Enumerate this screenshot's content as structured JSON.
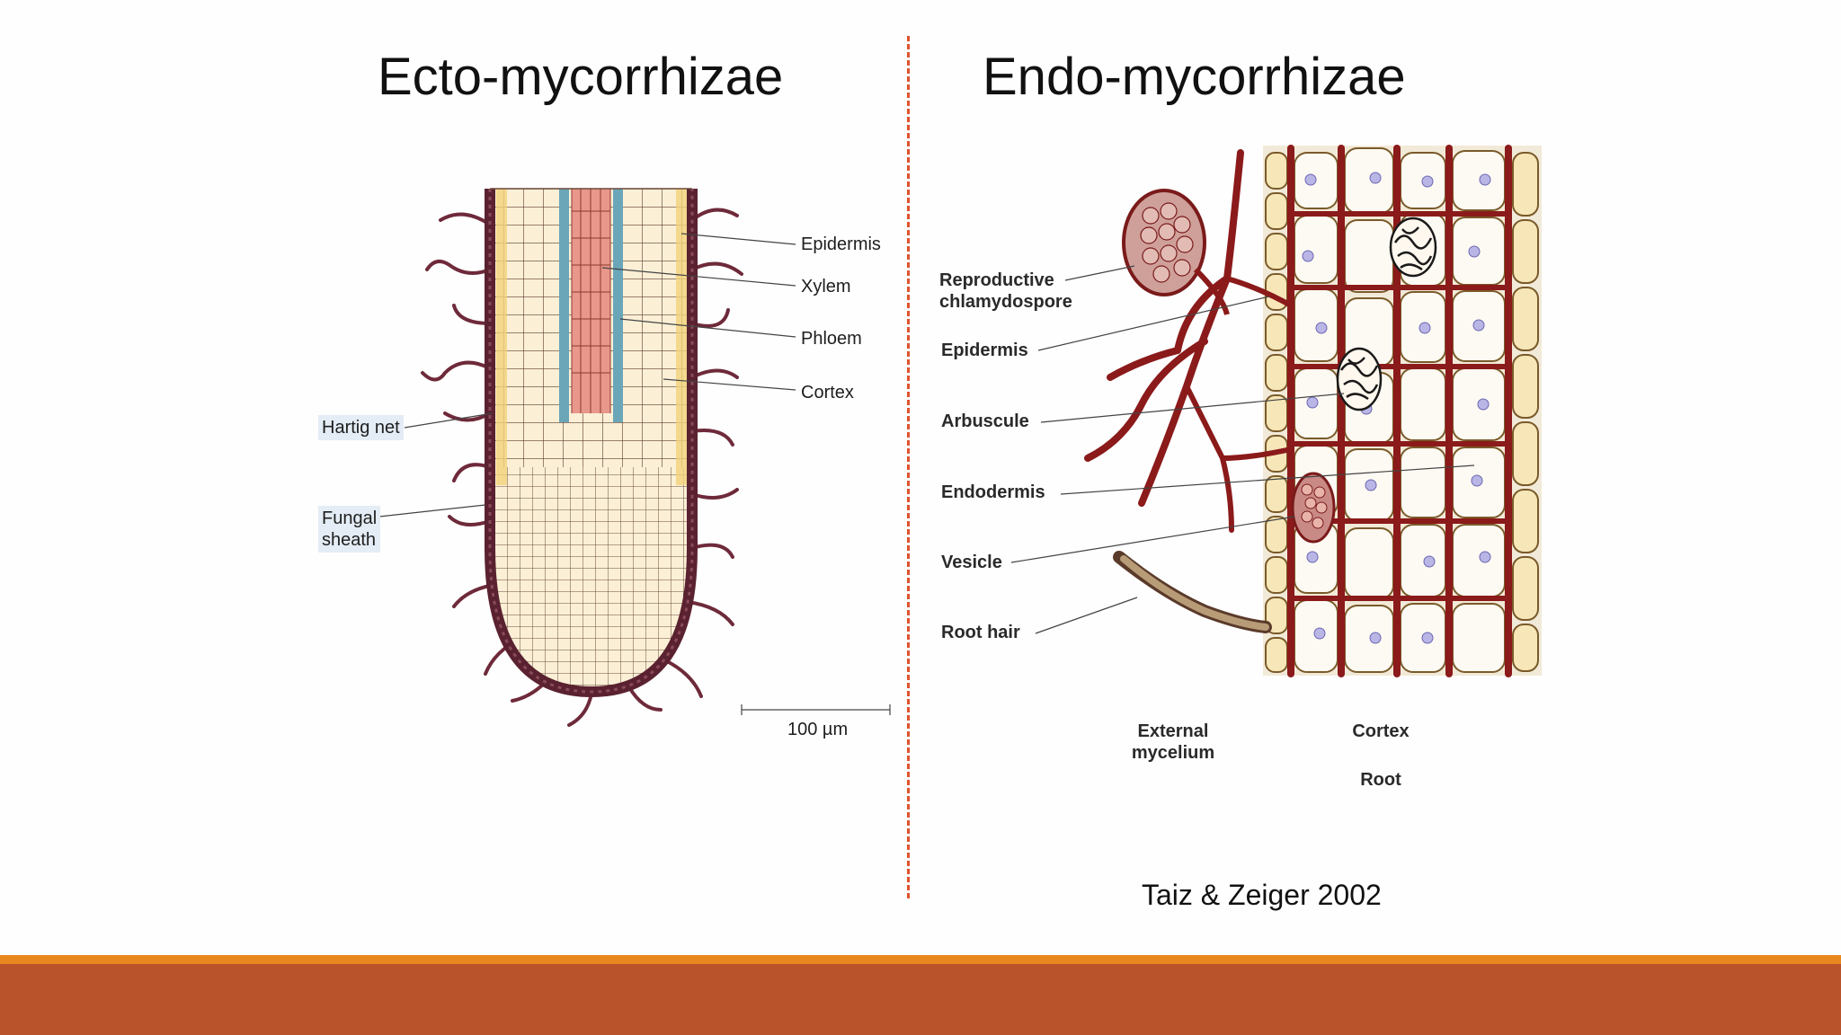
{
  "slide": {
    "title_left": "Ecto-mycorrhizae",
    "title_right": "Endo-mycorrhizae",
    "citation": "Taiz & Zeiger 2002"
  },
  "ecto": {
    "labels": {
      "epidermis": "Epidermis",
      "xylem": "Xylem",
      "phloem": "Phloem",
      "cortex": "Cortex",
      "hartig_net": "Hartig net",
      "fungal_sheath_1": "Fungal",
      "fungal_sheath_2": "sheath"
    },
    "scale_bar": "100 µm"
  },
  "endo": {
    "labels": {
      "reproductive_1": "Reproductive",
      "reproductive_2": "chlamydospore",
      "epidermis": "Epidermis",
      "arbuscule": "Arbuscule",
      "endodermis": "Endodermis",
      "vesicle": "Vesicle",
      "root_hair": "Root hair"
    },
    "brackets": {
      "external_1": "External",
      "external_2": "mycelium",
      "cortex": "Cortex",
      "root": "Root"
    }
  },
  "colors": {
    "accent_line": "#e8871e",
    "footer_bar": "#b9532b",
    "divider": "#e0522d",
    "fungus": "#8b1a1a",
    "sheath": "#5a2230",
    "xylem": "#e8978a",
    "phloem": "#6aa6b8",
    "cell_fill": "#fbf0d6"
  }
}
